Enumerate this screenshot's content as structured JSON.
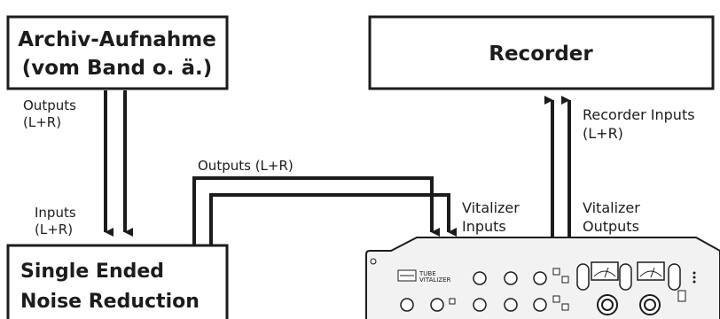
{
  "nodes": {
    "archive": {
      "line1": "Archiv-Aufnahme",
      "line2": "(vom Band o. ä.)"
    },
    "recorder": {
      "label": "Recorder"
    },
    "noise_reduction": {
      "line1": "Single Ended",
      "line2": "Noise Reduction"
    },
    "vitalizer": {
      "brand_line1": "TUBE",
      "brand_line2": "VITALIZER"
    }
  },
  "labels": {
    "archive_outputs": {
      "line1": "Outputs",
      "line2": "(L+R)"
    },
    "nr_inputs": {
      "line1": "Inputs",
      "line2": "(L+R)"
    },
    "nr_outputs": "Outputs (L+R)",
    "vitalizer_inputs": {
      "line1": "Vitalizer",
      "line2": "Inputs"
    },
    "vitalizer_outputs": {
      "line1": "Vitalizer",
      "line2": "Outputs"
    },
    "recorder_inputs": {
      "line1": "Recorder Inputs",
      "line2": "(L+R)"
    }
  },
  "edges": [
    {
      "from": "archive",
      "to": "noise_reduction",
      "channels": "L+R"
    },
    {
      "from": "noise_reduction",
      "to": "vitalizer",
      "channels": "L+R"
    },
    {
      "from": "vitalizer",
      "to": "recorder",
      "channels": "L+R"
    }
  ],
  "colors": {
    "line": "#1c1c1c",
    "panel": "#f2f2f2",
    "background": "#ffffff"
  }
}
